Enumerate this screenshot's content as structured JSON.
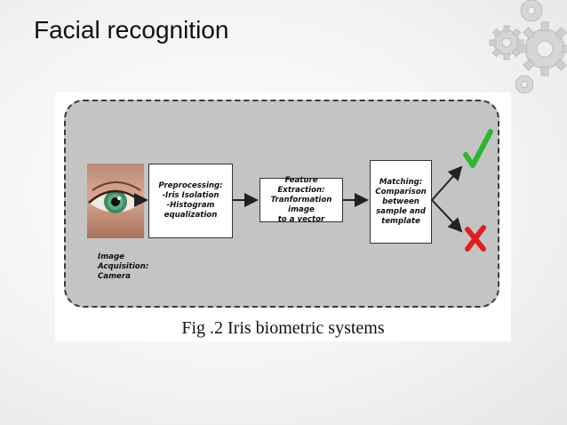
{
  "slide": {
    "title": "Facial recognition"
  },
  "diagram": {
    "acquisition_label": "Image\nAcquisition:\nCamera",
    "stages": [
      {
        "id": "preprocessing",
        "text": "Preprocessing:\n-Iris Isolation\n-Histogram\nequalization"
      },
      {
        "id": "feature-extraction",
        "text": "Feature Extraction:\nTranformation image\nto a vector"
      },
      {
        "id": "matching",
        "text": "Matching:\nComparison\nbetween\nsample and\ntemplate"
      }
    ],
    "outcomes": {
      "match_icon": "check-icon",
      "match_color": "#2fb52f",
      "nomatch_icon": "cross-icon",
      "nomatch_color": "#e02020"
    },
    "caption": "Fig .2 Iris biometric systems"
  }
}
